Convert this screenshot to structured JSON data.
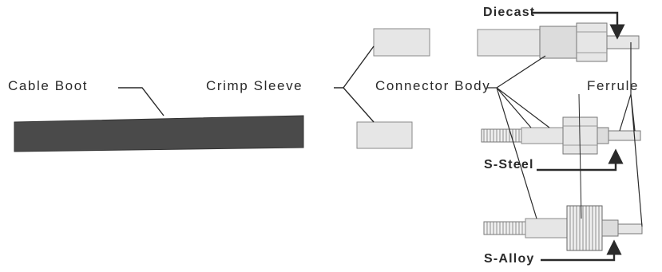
{
  "labels": {
    "cable_boot": "Cable Boot",
    "crimp_sleeve": "Crimp Sleeve",
    "connector_body": "Connector Body",
    "ferrule": "Ferrule",
    "diecast": "Diecast",
    "s_steel": "S-Steel",
    "s_alloy": "S-Alloy"
  },
  "colors": {
    "line": "#2a2a2a",
    "boot_fill": "#4a4a4a",
    "part_fill": "#e6e6e6",
    "part_stroke": "#8a8a8a"
  }
}
